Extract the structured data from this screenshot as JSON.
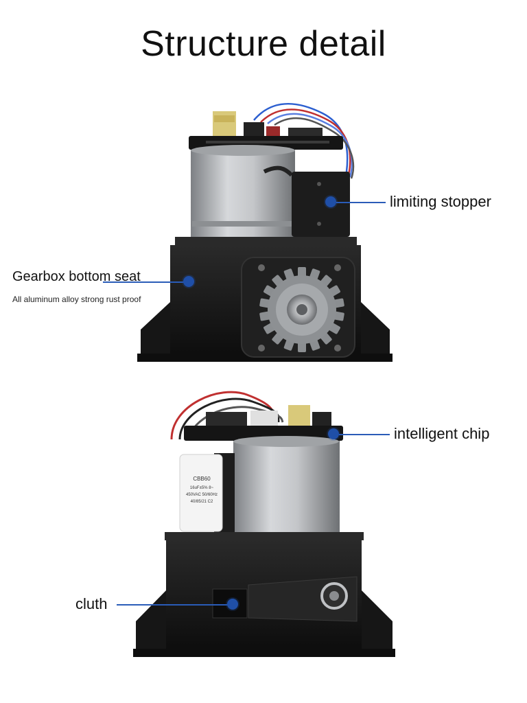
{
  "title": "Structure detail",
  "callouts": {
    "limiting_stopper": "limiting stopper",
    "gearbox_bottom_seat": "Gearbox bottom seat",
    "gearbox_subtitle": "All aluminum alloy strong rust proof",
    "intelligent_chip": "intelligent chip",
    "clutch": "cluth"
  },
  "capacitor": {
    "line1": "CBB60",
    "line2": "16uF±5% 8~",
    "line3": "450VAC 50/60Hz",
    "line4": "40/85/21  C2"
  },
  "colors": {
    "accent": "#1f4fa8",
    "body": "#1a1a1a",
    "motor": "#b9bcc0"
  }
}
